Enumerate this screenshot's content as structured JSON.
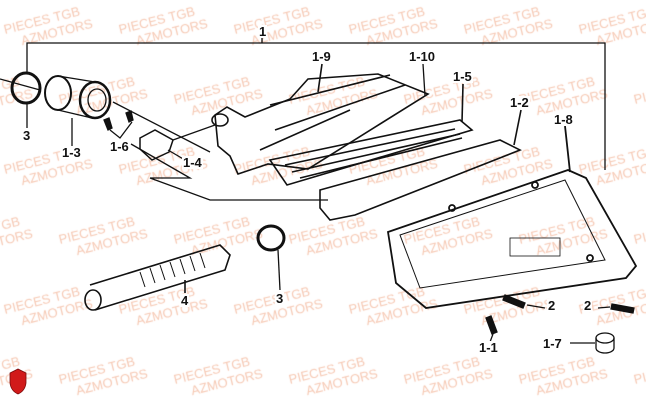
{
  "watermark": {
    "line1": "PIECES TGB",
    "line2": "AZMOTORS"
  },
  "labels": {
    "assembly": "1",
    "part_1_9": "1-9",
    "part_1_10": "1-10",
    "part_1_5": "1-5",
    "part_1_2": "1-2",
    "part_1_8": "1-8",
    "clamp_top": "3",
    "part_1_3": "1-3",
    "part_1_6": "1-6",
    "part_1_4": "1-4",
    "screw_a": "2",
    "screw_b": "2",
    "part_1_1": "1-1",
    "part_1_7": "1-7",
    "clamp_bottom": "3",
    "part_4": "4"
  },
  "colors": {
    "watermark": "#f6c9b4",
    "logo": "#d11a1a"
  }
}
